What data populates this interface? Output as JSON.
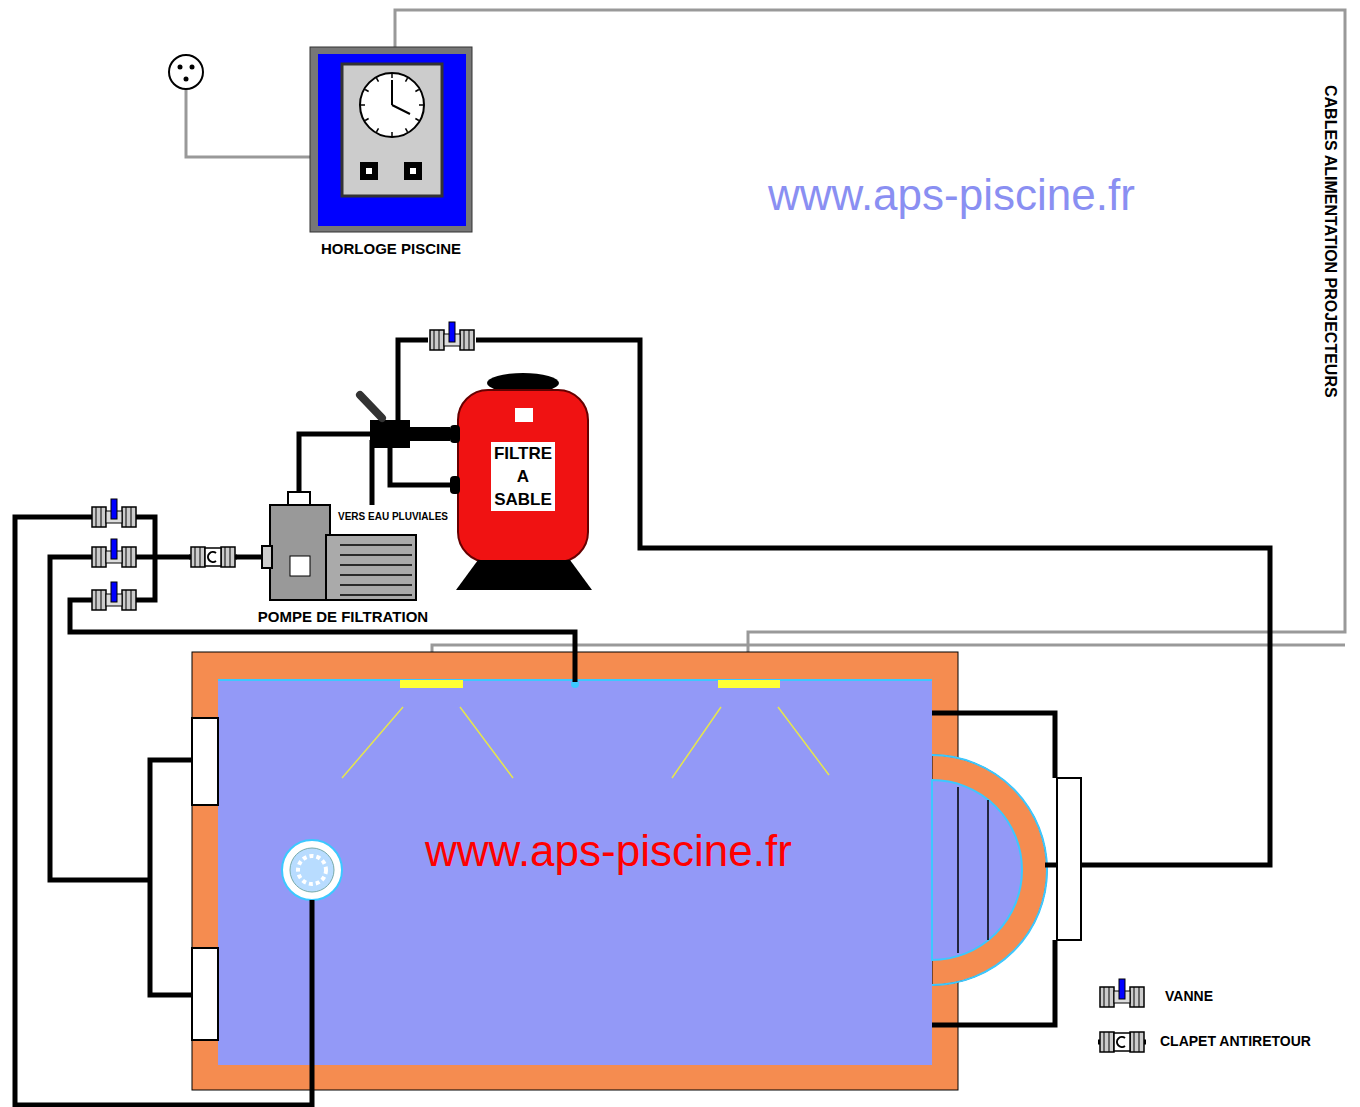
{
  "diagram": {
    "nodes": [
      {
        "text": [
          "HORLOGE PISCINE"
        ]
      },
      {
        "text": [
          "FILTRE A SABLE"
        ]
      },
      {
        "text": [
          "POMPE DE FILTRATION"
        ]
      }
    ],
    "edges": [
      {
        "from": 2,
        "to": 1,
        "arrow": "none"
      }
    ],
    "labels": [
      "www.aps-piscine.fr",
      "CABLES ALIMENTATION PROJECTEURS",
      "VERS EAU PLUVIALES",
      "www.aps-piscine.fr"
    ],
    "legend": [
      {
        "text": "VANNE"
      },
      {
        "text": "CLAPET ANTIRETOUR"
      }
    ]
  }
}
